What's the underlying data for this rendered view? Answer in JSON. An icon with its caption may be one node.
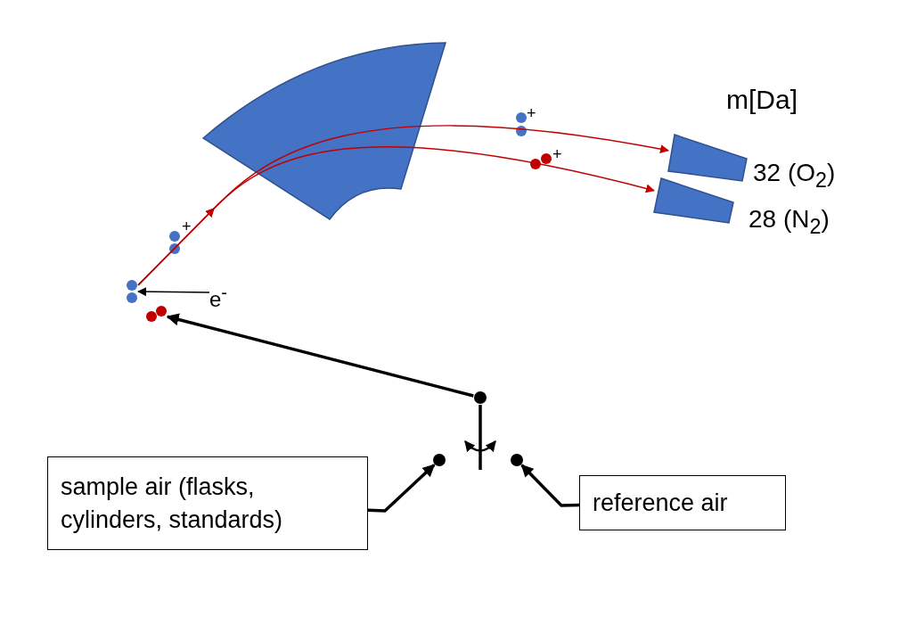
{
  "diagram": {
    "nodes": [
      {
        "text": [
          "sample air (flasks, cylinders, standards)"
        ]
      },
      {
        "text": [
          "reference air"
        ]
      },
      {
        "text": [],
        "shape": "circle"
      },
      {
        "text": [],
        "shape": "circle"
      },
      {
        "text": [],
        "shape": "circle"
      },
      {
        "text": [],
        "shape": "circle"
      },
      {
        "text": [
          "e$^{-}$"
        ]
      },
      {
        "text": [],
        "shape": "circle"
      },
      {
        "text": [],
        "shape": "box",
        "beside": [
          "32 (O$_{2}$)"
        ]
      },
      {
        "text": [],
        "shape": "box",
        "beside": [
          "28 (N$_{2}$)"
        ]
      }
    ],
    "edges": [
      {
        "from": 0,
        "to": 2,
        "arrow": "to",
        "style": "thick"
      },
      {
        "from": 1,
        "to": 3,
        "arrow": "to",
        "style": "thick"
      },
      {
        "from": 4,
        "to": 5,
        "arrow": "to",
        "style": "thick"
      },
      {
        "from": 6,
        "to": 7,
        "arrow": "to"
      },
      {
        "from": 7,
        "to": 8,
        "arrow": "to",
        "color": "#c00000"
      },
      {
        "from": 7,
        "to": 9,
        "arrow": "to",
        "color": "#c00000"
      }
    ],
    "labels": [
      "m[Da]",
      "+",
      "+",
      "+"
    ]
  }
}
